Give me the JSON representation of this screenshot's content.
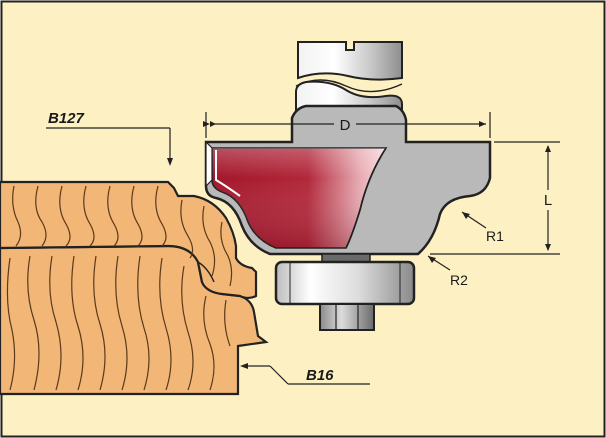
{
  "colors": {
    "background": "#fdf1c4",
    "frame": "#222222",
    "wood": "#f2b676",
    "wood_grain": "#5a3a1a",
    "cutter_red": "#a3162a",
    "cutter_red_light": "#f6d8dc",
    "steel": "#b9b9b9",
    "steel_light": "#f4f4f4"
  },
  "labels": {
    "profile_top": "B127",
    "profile_bottom": "B16",
    "diameter": "D",
    "length": "L",
    "radius_1": "R1",
    "radius_2": "R2"
  }
}
